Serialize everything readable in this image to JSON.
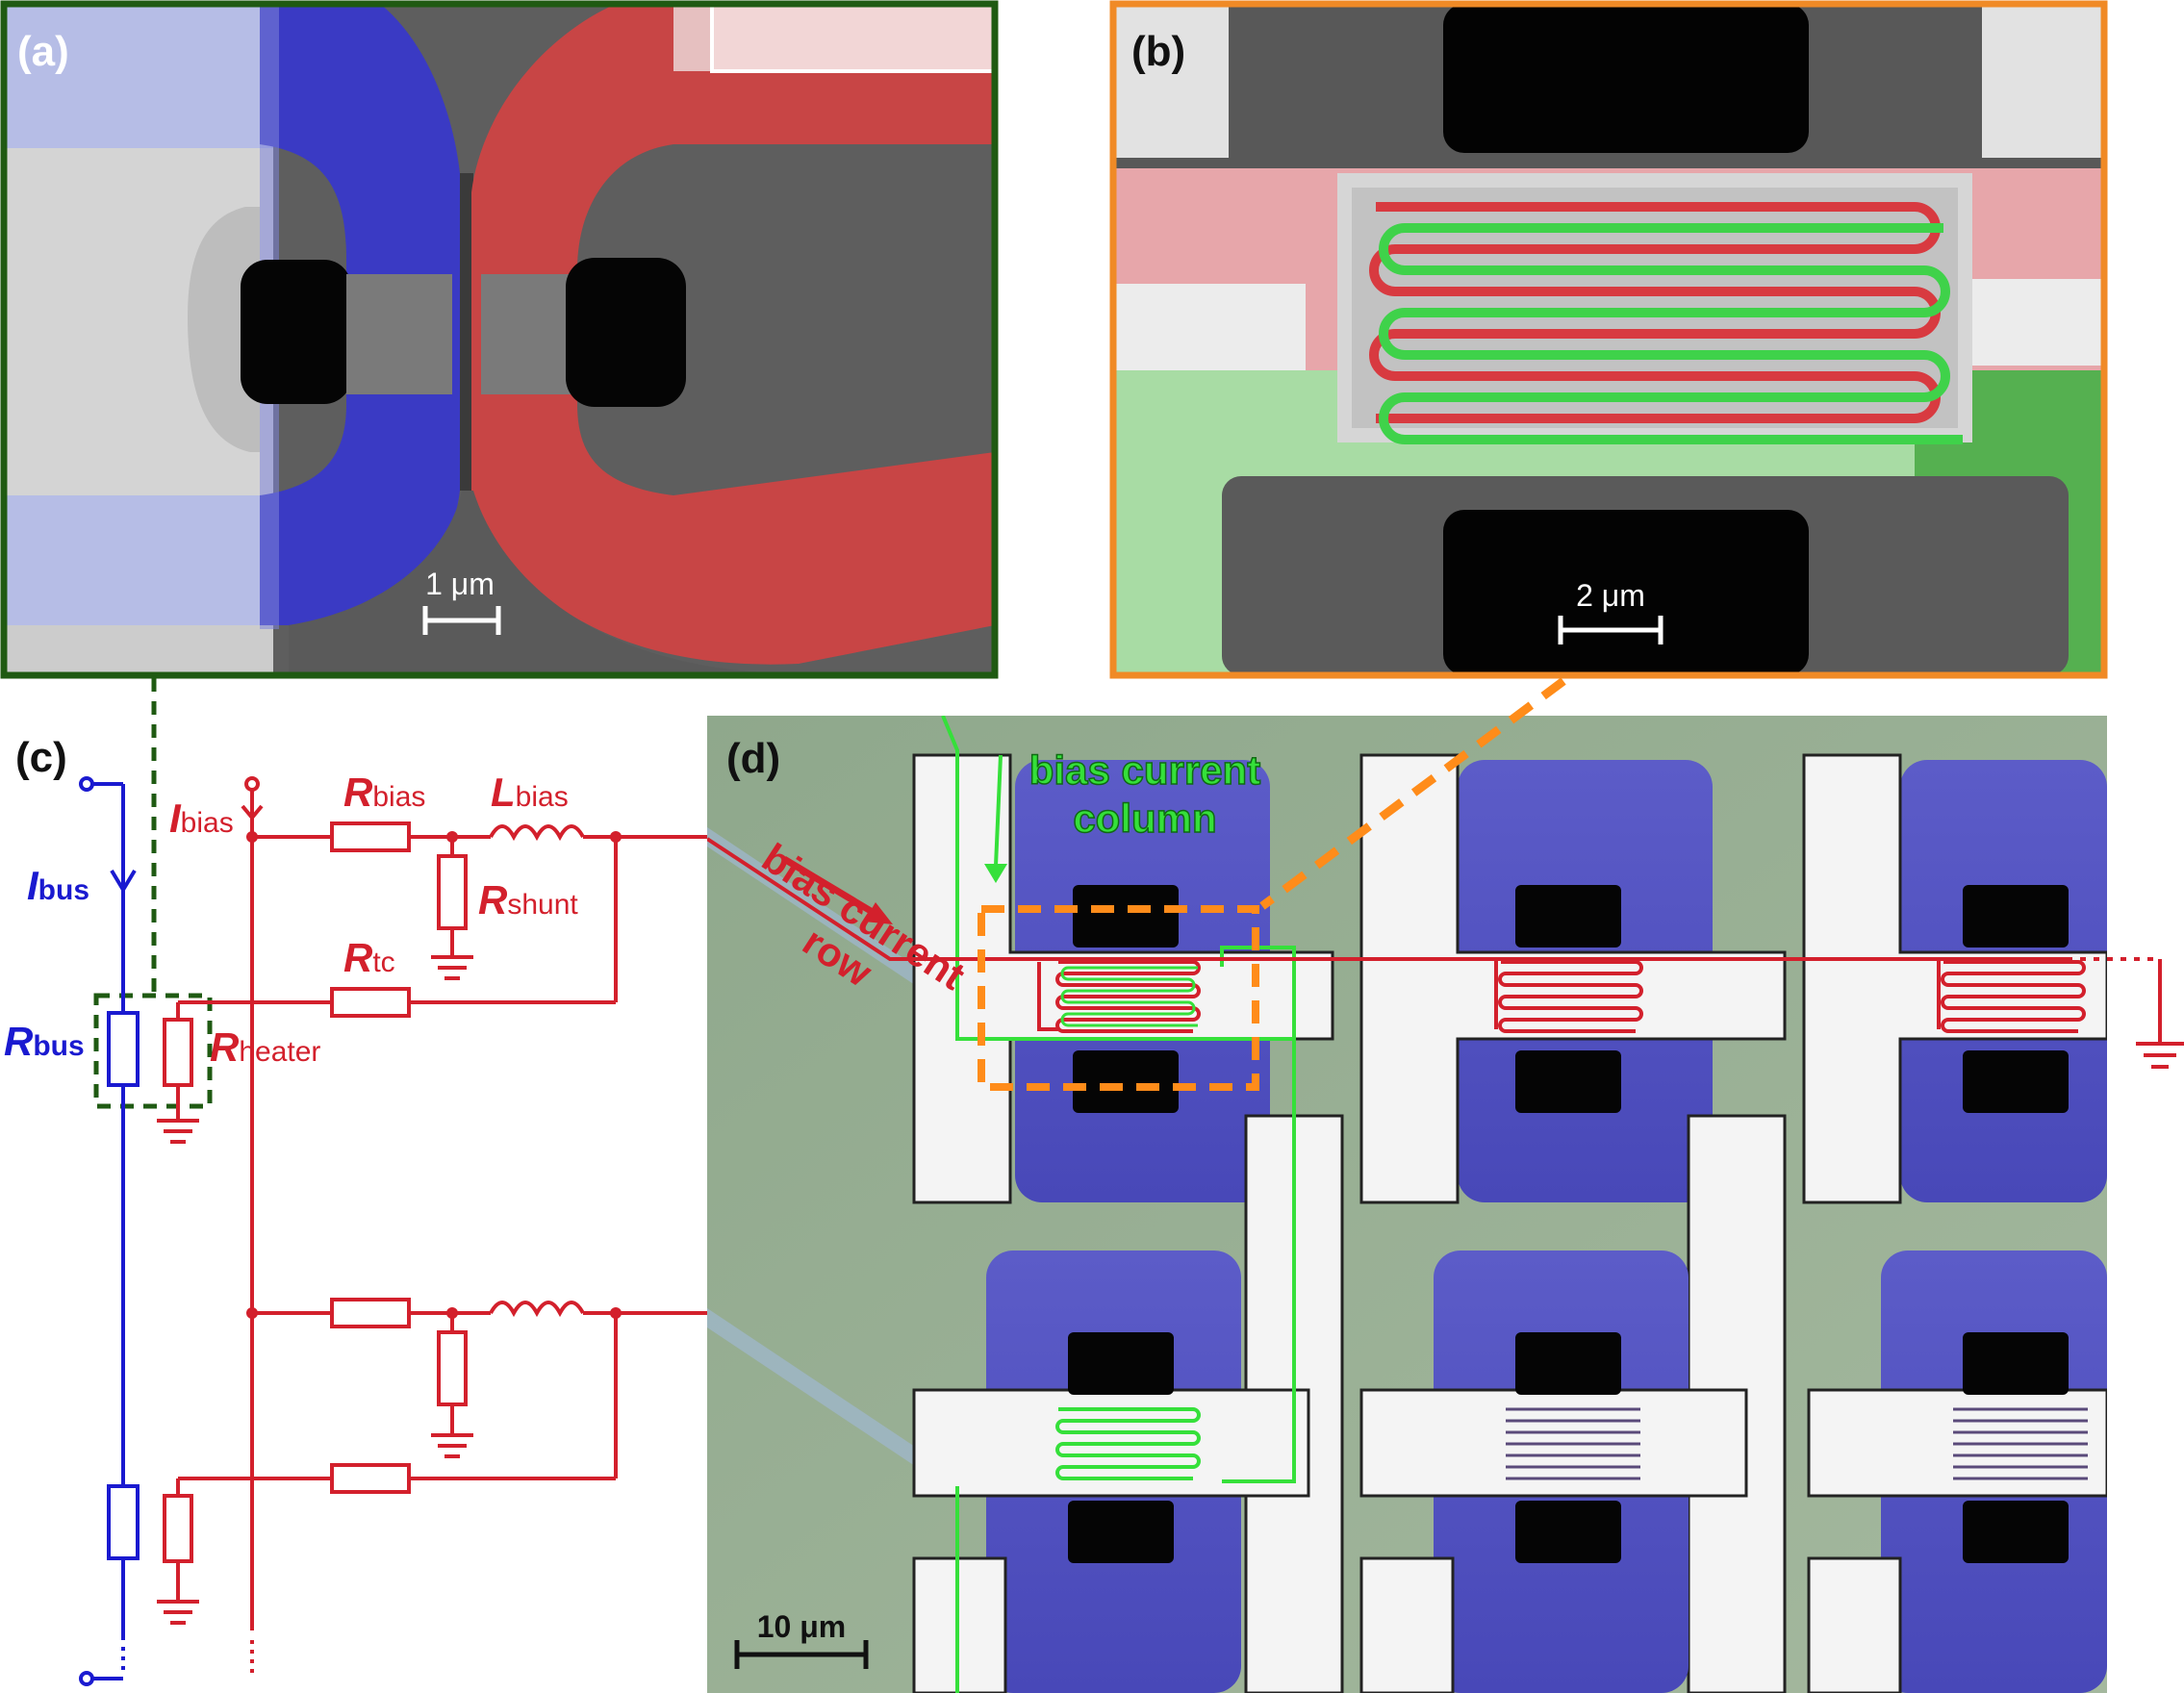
{
  "panels": {
    "a": {
      "letter": "(a)",
      "scale": "1 μm"
    },
    "b": {
      "letter": "(b)",
      "scale": "2 μm"
    },
    "c": {
      "letter": "(c)"
    },
    "d": {
      "letter": "(d)",
      "scale": "10 μm"
    }
  },
  "circuit": {
    "i_bias": {
      "main": "I",
      "sub": "bias"
    },
    "r_bias": {
      "main": "R",
      "sub": "bias"
    },
    "l_bias": {
      "main": "L",
      "sub": "bias"
    },
    "r_shunt": {
      "main": "R",
      "sub": "shunt"
    },
    "r_tc": {
      "main": "R",
      "sub": "tc"
    },
    "i_bus": {
      "main": "I",
      "sub": "bus"
    },
    "r_bus": {
      "main": "R",
      "sub": "bus"
    },
    "r_heater": {
      "main": "R",
      "sub": "heater"
    }
  },
  "annotations": {
    "column_line1": "bias current",
    "column_line2": "column",
    "row_line1": "bias current",
    "row_line2": "row"
  },
  "colors": {
    "red": "#d4202c",
    "blue": "#1a1ad0",
    "green": "#35e03a",
    "orange": "#ff8c1a",
    "dark_green_frame": "#1f5a12",
    "orange_frame": "#f08a26"
  }
}
